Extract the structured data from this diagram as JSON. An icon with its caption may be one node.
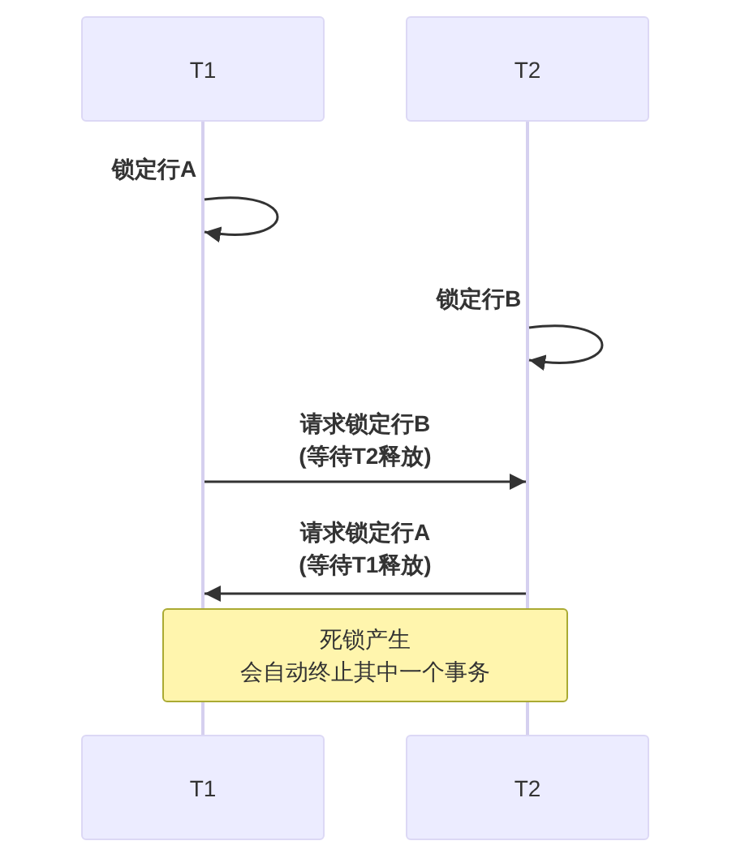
{
  "diagram": {
    "nodes": [
      {
        "text": [
          "T1"
        ]
      },
      {
        "text": [
          "T2"
        ]
      },
      {
        "text": [],
        "shape": "line"
      },
      {
        "text": [],
        "shape": "line"
      },
      {
        "text": [
          "T1"
        ]
      },
      {
        "text": [
          "T2"
        ]
      },
      {
        "text": [
          "死锁产生",
          "会自动终止其中一个事务"
        ]
      }
    ],
    "edges": [
      {
        "from": 2,
        "to": 2,
        "label": "锁定行A",
        "arrow": "to"
      },
      {
        "from": 3,
        "to": 3,
        "label": "锁定行B",
        "arrow": "to"
      },
      {
        "from": 2,
        "to": 3,
        "label": "请求锁定行B (等待T2释放)",
        "arrow": "to"
      },
      {
        "from": 3,
        "to": 2,
        "label": "请求锁定行A (等待T1释放)",
        "arrow": "to"
      }
    ]
  }
}
